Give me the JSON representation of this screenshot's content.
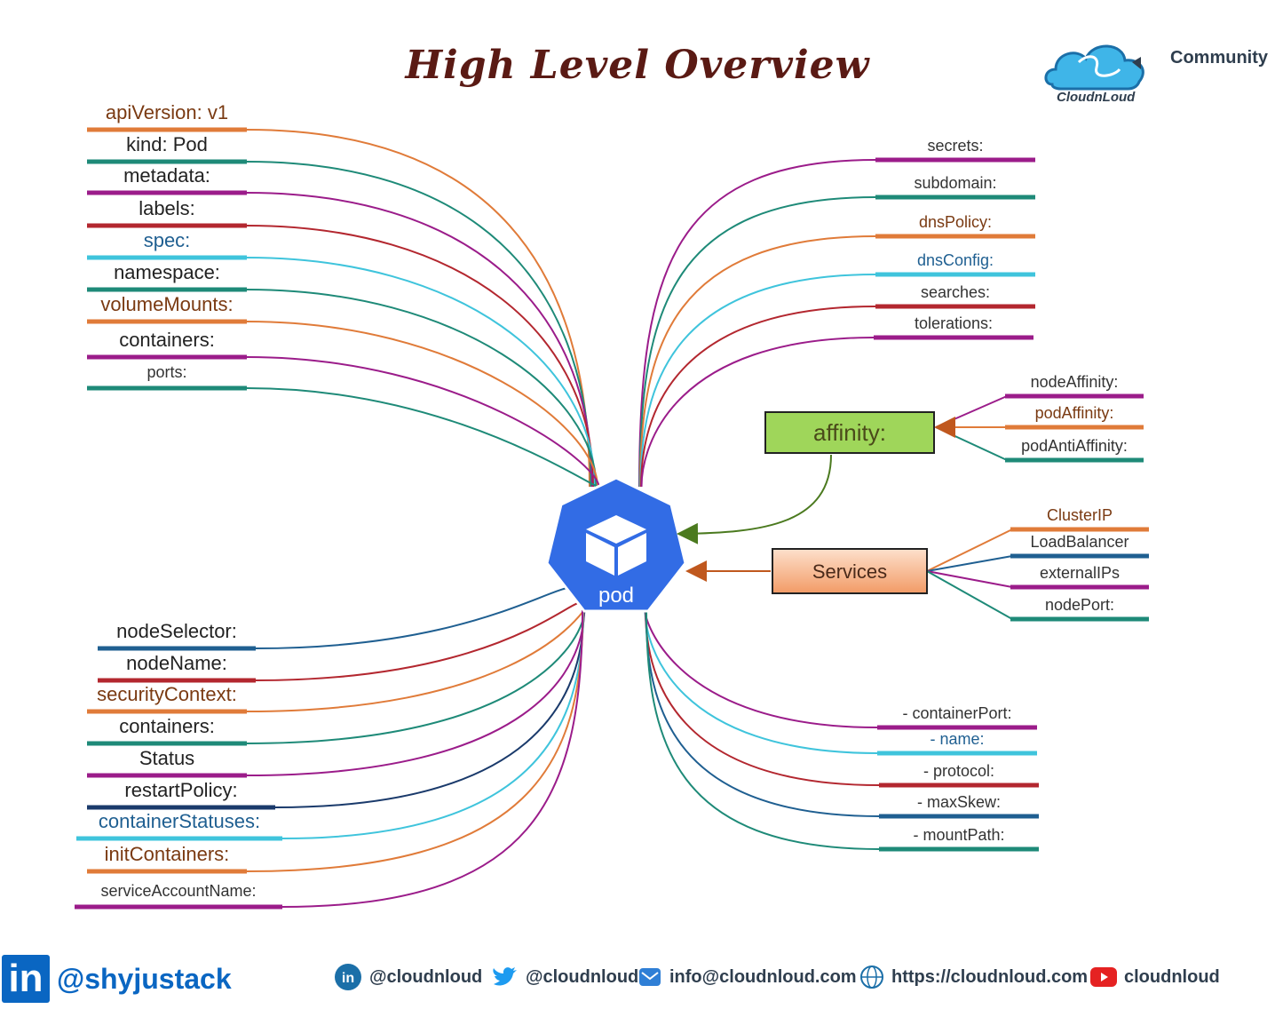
{
  "title": "High Level Overview",
  "brand": {
    "name": "CloudnLoud",
    "community": "Community"
  },
  "colors": {
    "purple": "#9b1c8a",
    "teal": "#1e8a78",
    "orange": "#e07b39",
    "red": "#b3272f",
    "cyan": "#3fc4dc",
    "navy": "#1a3a6b",
    "blue": "#1f5f91",
    "green": "#9fd65a",
    "podBlue": "#326ce5"
  },
  "pod": {
    "label": "pod",
    "icon": "cube-icon"
  },
  "left_top": [
    {
      "label": "apiVersion: v1",
      "color": "#e07b39",
      "textColor": "#7a3a12"
    },
    {
      "label": "kind: Pod",
      "color": "#1e8a78",
      "textColor": "#222222"
    },
    {
      "label": "metadata:",
      "color": "#9b1c8a",
      "textColor": "#222222"
    },
    {
      "label": "labels:",
      "color": "#b3272f",
      "textColor": "#222222"
    },
    {
      "label": "spec:",
      "color": "#3fc4dc",
      "textColor": "#1f5f91"
    },
    {
      "label": "namespace:",
      "color": "#1e8a78",
      "textColor": "#222222"
    },
    {
      "label": "volumeMounts:",
      "color": "#e07b39",
      "textColor": "#7a3a12"
    },
    {
      "label": "containers:",
      "color": "#9b1c8a",
      "textColor": "#222222"
    },
    {
      "label": "ports:",
      "color": "#1e8a78",
      "textColor": "#333333"
    }
  ],
  "left_bottom": [
    {
      "label": "nodeSelector:",
      "color": "#1f5f91",
      "textColor": "#222222"
    },
    {
      "label": "nodeName:",
      "color": "#b3272f",
      "textColor": "#222222"
    },
    {
      "label": "securityContext:",
      "color": "#e07b39",
      "textColor": "#7a3a12"
    },
    {
      "label": "containers:",
      "color": "#1e8a78",
      "textColor": "#222222"
    },
    {
      "label": "Status",
      "color": "#9b1c8a",
      "textColor": "#222222"
    },
    {
      "label": "restartPolicy:",
      "color": "#1a3a6b",
      "textColor": "#222222"
    },
    {
      "label": "containerStatuses:",
      "color": "#3fc4dc",
      "textColor": "#1f5f91"
    },
    {
      "label": "initContainers:",
      "color": "#e07b39",
      "textColor": "#7a3a12"
    },
    {
      "label": "serviceAccountName:",
      "color": "#9b1c8a",
      "textColor": "#333333"
    }
  ],
  "right_top": [
    {
      "label": "secrets:",
      "color": "#9b1c8a",
      "textColor": "#333333"
    },
    {
      "label": "subdomain:",
      "color": "#1e8a78",
      "textColor": "#333333"
    },
    {
      "label": "dnsPolicy:",
      "color": "#e07b39",
      "textColor": "#7a3a12"
    },
    {
      "label": "dnsConfig:",
      "color": "#3fc4dc",
      "textColor": "#1f5f91"
    },
    {
      "label": "searches:",
      "color": "#b3272f",
      "textColor": "#333333"
    },
    {
      "label": "tolerations:",
      "color": "#9b1c8a",
      "textColor": "#333333"
    }
  ],
  "affinity": {
    "label": "affinity:",
    "children": [
      {
        "label": "nodeAffinity:",
        "color": "#9b1c8a",
        "textColor": "#333333"
      },
      {
        "label": "podAffinity:",
        "color": "#e07b39",
        "textColor": "#7a3a12"
      },
      {
        "label": "podAntiAffinity:",
        "color": "#1e8a78",
        "textColor": "#333333"
      }
    ]
  },
  "services": {
    "label": "Services",
    "children": [
      {
        "label": "ClusterIP",
        "color": "#e07b39",
        "textColor": "#7a3a12"
      },
      {
        "label": "LoadBalancer",
        "color": "#1f5f91",
        "textColor": "#333333"
      },
      {
        "label": "externalIPs",
        "color": "#9b1c8a",
        "textColor": "#333333"
      },
      {
        "label": "nodePort:",
        "color": "#1e8a78",
        "textColor": "#333333"
      }
    ]
  },
  "right_bottom": [
    {
      "label": "- containerPort:",
      "color": "#9b1c8a",
      "textColor": "#333333"
    },
    {
      "label": "- name:",
      "color": "#3fc4dc",
      "textColor": "#1f5f91"
    },
    {
      "label": "- protocol:",
      "color": "#b3272f",
      "textColor": "#333333"
    },
    {
      "label": "- maxSkew:",
      "color": "#1f5f91",
      "textColor": "#333333"
    },
    {
      "label": "- mountPath:",
      "color": "#1e8a78",
      "textColor": "#333333"
    }
  ],
  "footer": {
    "linkedin_handle": "@shyjustack",
    "linkedin_icon": "in",
    "items": [
      {
        "icon": "linkedin-icon",
        "label": "@cloudnloud"
      },
      {
        "icon": "twitter-icon",
        "label": "@cloudnloud"
      },
      {
        "icon": "mail-icon",
        "label": "info@cloudnloud.com"
      },
      {
        "icon": "globe-icon",
        "label": "https://cloudnloud.com"
      },
      {
        "icon": "youtube-icon",
        "label": "cloudnloud"
      }
    ]
  }
}
